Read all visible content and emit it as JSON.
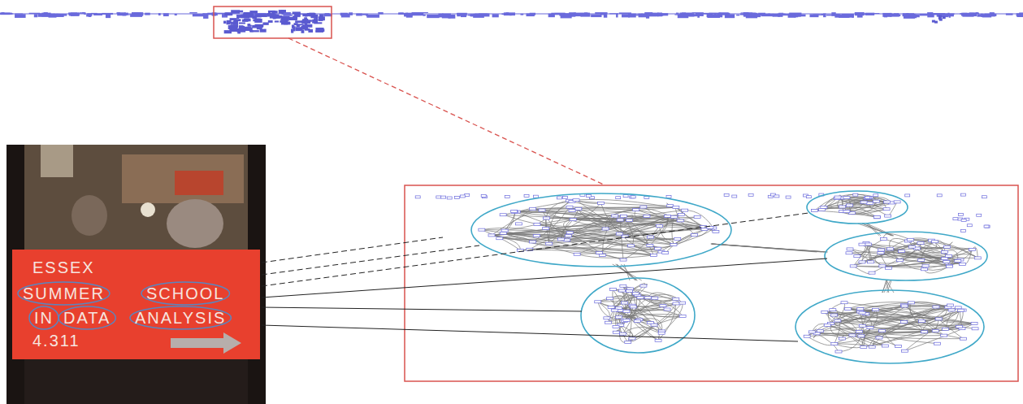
{
  "diagram": {
    "labels": [
      "ESSEX",
      "SUMMER",
      "SCHOOL",
      "IN",
      "DATA",
      "ANALYSIS",
      "4.311"
    ]
  }
}
